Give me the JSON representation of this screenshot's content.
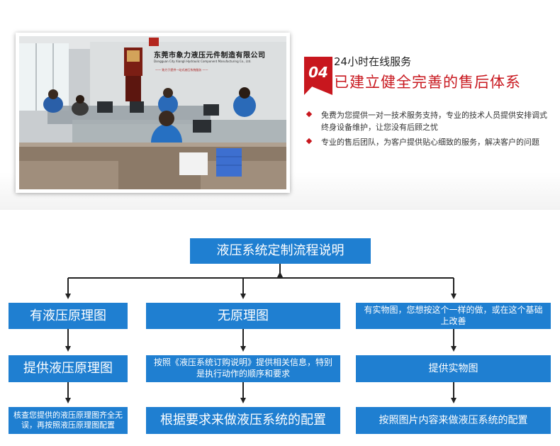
{
  "office_photo": {
    "sign_cn": "东莞市象力液压元件制造有限公司",
    "sign_en": "Dongguan City Xiangli Hydraulic Component Manufacturing Co., Ltd.",
    "sign_slogan": "—— 致力于提供一站式液压系统服务 ——"
  },
  "service": {
    "number": "04",
    "subtitle": "24小时在线服务",
    "title": "已建立健全完善的售后体系",
    "bullets": [
      "免费为您提供一对一技术服务支持，专业的技术人员提供安排调式终身设备维护，让您没有后顾之忧",
      "专业的售后团队，为客户提供贴心细致的服务，解决客户的问题"
    ]
  },
  "flowchart": {
    "title": "液压系统定制流程说明",
    "columns": [
      {
        "head": "有液压原理图",
        "mid": "提供液压原理图",
        "bottom": "核查您提供的液压原理图齐全无误，再按照液压原理图配置"
      },
      {
        "head": "无原理图",
        "mid": "按照《液压系统订购说明》提供相关信息，特别是执行动作的顺序和要求",
        "bottom": "根据要求来做液压系统的配置"
      },
      {
        "head": "有实物图，您想按这个一样的做，或在这个基础上改善",
        "mid": "提供实物图",
        "bottom": "按照图片内容来做液压系统的配置"
      }
    ]
  },
  "colors": {
    "flow_blue": "#1f7fd1",
    "accent_red": "#c8171e"
  }
}
